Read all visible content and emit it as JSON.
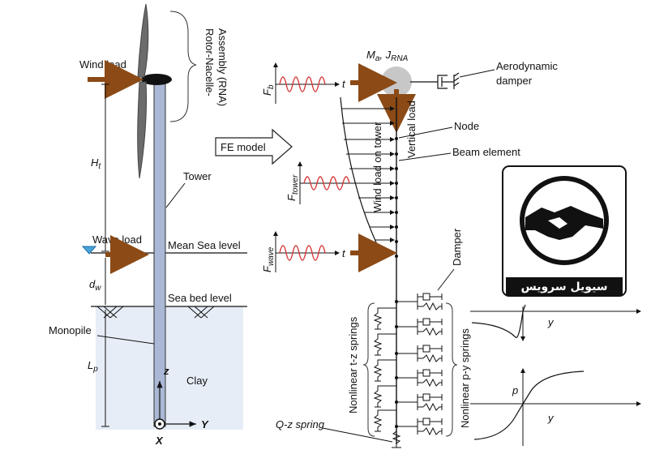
{
  "labels": {
    "rna_vertical": "Rotor-Nacelle-",
    "rna_vertical_2": "Assembly (RNA)",
    "wind_load": "Wind load",
    "tower": "Tower",
    "ht": "H",
    "ht_sub": "t",
    "wave_load": "Wave load",
    "mean_sea_level": "Mean Sea level",
    "dw": "d",
    "dw_sub": "w",
    "sea_bed_level": "Sea bed level",
    "monopile": "Monopile",
    "lp": "L",
    "lp_sub": "p",
    "clay": "Clay",
    "z_axis": "z",
    "x_axis": "X",
    "y_axis": "Y",
    "fe_model": "FE model",
    "ma_jrna": "M",
    "ma_sub": "a",
    "jrna": ", J",
    "jrna_sub": "RNA",
    "aero_damper_1": "Aerodynamic",
    "aero_damper_2": "damper",
    "fb": "F",
    "fb_sub": "b",
    "t1": "t",
    "vertical_load": "Vertical load",
    "node": "Node",
    "beam_element": "Beam element",
    "wind_load_on_tower": "Wind load on tower",
    "ftower": "F",
    "ftower_sub": "tower",
    "fwave": "F",
    "fwave_sub": "wave",
    "t2": "t",
    "damper": "Damper",
    "nonlinear_tz": "Nonlinear t-z springs",
    "nonlinear_py": "Nonlinear p-y springs",
    "qz_spring": "Q-z spring",
    "y_top": "y",
    "p_graph": "p",
    "y_bottom": "y",
    "logo_text": "سيويل سرويس"
  },
  "colors": {
    "load_arrow": "#8B4A16",
    "tower_fill": "#aab8d6",
    "soil_fill": "#e7edf6",
    "wave_red": "#d63a3a",
    "blade": "#6b6b6b"
  }
}
